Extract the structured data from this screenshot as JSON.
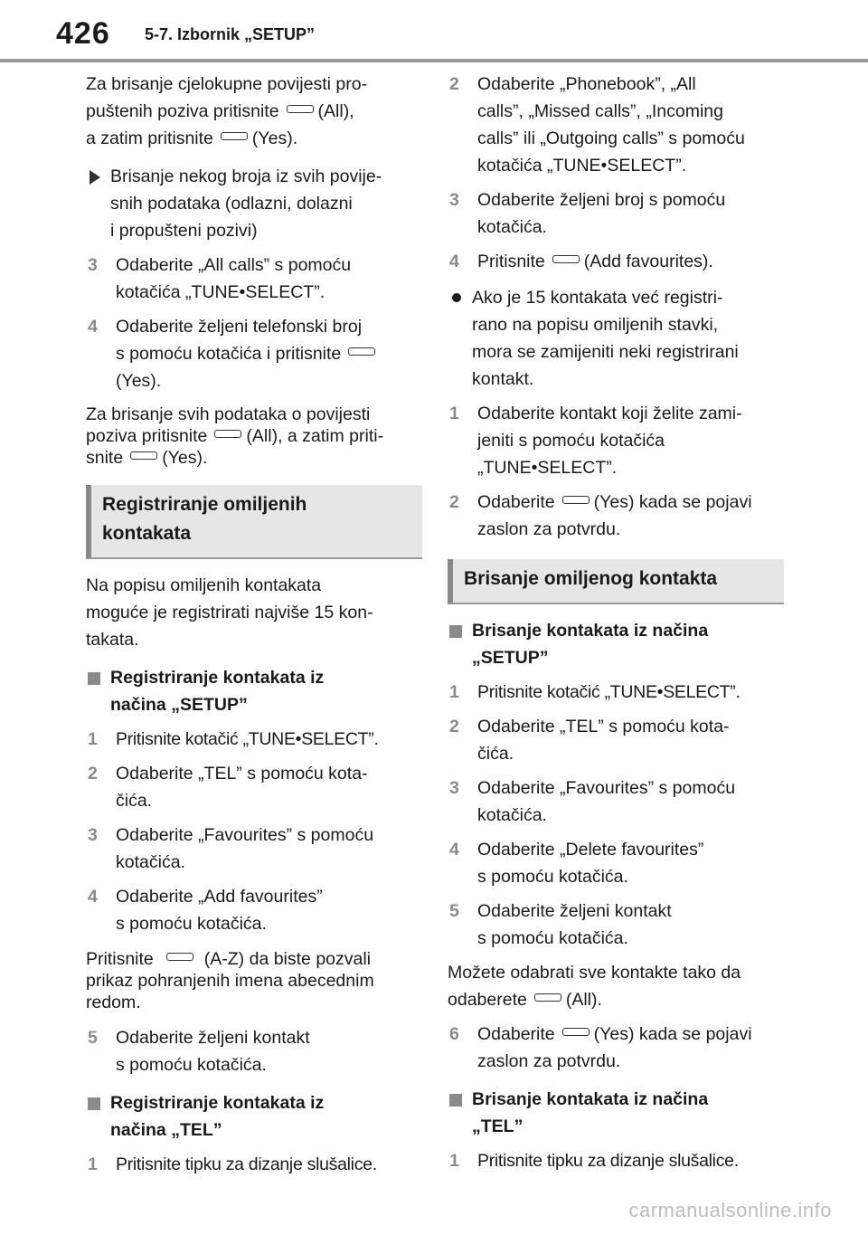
{
  "header": {
    "page_number": "426",
    "section": "5-7. Izbornik „SETUP”"
  },
  "left": {
    "p1": [
      "Za brisanje cjelokupne povijesti pro-",
      "puštenih poziva pritisnite",
      "(All),",
      "a zatim pritisnite",
      "(Yes)."
    ],
    "arrow1": [
      "Brisanje nekog broja iz svih povije-",
      "snih podataka (odlazni, dolazni",
      "i propušteni pozivi)"
    ],
    "step3": {
      "num": "3",
      "lines": [
        "Odaberite „All calls” s pomoću",
        "kotačića „TUNE•SELECT”."
      ]
    },
    "step4": {
      "num": "4",
      "lines": [
        "Odaberite željeni telefonski broj",
        "s pomoću kotačića i pritisnite",
        "(Yes)."
      ]
    },
    "p2": [
      "Za brisanje svih podataka o povijesti",
      "poziva pritisnite",
      "(All), a zatim priti-",
      "snite",
      "(Yes)."
    ],
    "box1": [
      "Registriranje omiljenih",
      "kontakata"
    ],
    "p3": [
      "Na popisu omiljenih kontakata",
      "moguće je registrirati najviše 15 kon-",
      "takata."
    ],
    "sq1": [
      "Registriranje kontakata iz",
      "načina „SETUP”"
    ],
    "s1": {
      "num": "1",
      "lines": [
        "Pritisnite kotačić „TUNE•SELECT”."
      ]
    },
    "s2": {
      "num": "2",
      "lines": [
        "Odaberite „TEL” s pomoću kota-",
        "čića."
      ]
    },
    "s3": {
      "num": "3",
      "lines": [
        "Odaberite „Favourites” s pomoću",
        "kotačića."
      ]
    },
    "s4": {
      "num": "4",
      "lines": [
        "Odaberite „Add favourites”",
        "s pomoću kotačića."
      ]
    },
    "p4": [
      "Pritisnite",
      "(A-Z) da biste pozvali",
      "prikaz pohranjenih imena abecednim",
      "redom."
    ],
    "s5": {
      "num": "5",
      "lines": [
        "Odaberite željeni kontakt",
        "s pomoću kotačića."
      ]
    },
    "sq2": [
      "Registriranje kontakata iz",
      "načina „TEL”"
    ],
    "s6": {
      "num": "1",
      "lines": [
        "Pritisnite tipku za dizanje slušalice."
      ]
    }
  },
  "right": {
    "r2": {
      "num": "2",
      "lines": [
        "Odaberite „Phonebook”, „All",
        "calls”, „Missed calls”, „Incoming",
        "calls” ili „Outgoing calls” s pomoću",
        "kotačića „TUNE•SELECT”."
      ]
    },
    "r3": {
      "num": "3",
      "lines": [
        "Odaberite željeni broj s pomoću",
        "kotačića."
      ]
    },
    "r4": {
      "num": "4",
      "lines": [
        "Pritisnite",
        "(Add favourites)."
      ]
    },
    "bullet": [
      "Ako je 15 kontakata već registri-",
      "rano na popisu omiljenih stavki,",
      "mora se zamijeniti neki registrirani",
      "kontakt."
    ],
    "r5": {
      "num": "1",
      "lines": [
        "Odaberite kontakt koji želite zami-",
        "jeniti s pomoću kotačića",
        "„TUNE•SELECT”."
      ]
    },
    "r6": {
      "num": "2",
      "lines": [
        "Odaberite",
        "(Yes) kada se pojavi",
        "zaslon za potvrdu."
      ]
    },
    "box2": "Brisanje omiljenog kontakta",
    "sq3": [
      "Brisanje kontakata iz načina",
      "„SETUP”"
    ],
    "t1": {
      "num": "1",
      "lines": [
        "Pritisnite kotačić „TUNE•SELECT”."
      ]
    },
    "t2": {
      "num": "2",
      "lines": [
        "Odaberite „TEL” s pomoću kota-",
        "čića."
      ]
    },
    "t3": {
      "num": "3",
      "lines": [
        "Odaberite „Favourites” s pomoću",
        "kotačića."
      ]
    },
    "t4": {
      "num": "4",
      "lines": [
        "Odaberite „Delete favourites”",
        "s pomoću kotačića."
      ]
    },
    "t5": {
      "num": "5",
      "lines": [
        "Odaberite željeni kontakt",
        "s pomoću kotačića."
      ]
    },
    "p5": [
      "Možete odabrati sve kontakte tako da",
      "odaberete",
      "(All)."
    ],
    "t6": {
      "num": "6",
      "lines": [
        "Odaberite",
        "(Yes) kada se pojavi",
        "zaslon za potvrdu."
      ]
    },
    "sq4": [
      "Brisanje kontakata iz načina",
      "„TEL”"
    ],
    "t7": {
      "num": "1",
      "lines": [
        "Pritisnite tipku za dizanje slušalice."
      ]
    }
  },
  "watermark": "carmanualsonline.info"
}
